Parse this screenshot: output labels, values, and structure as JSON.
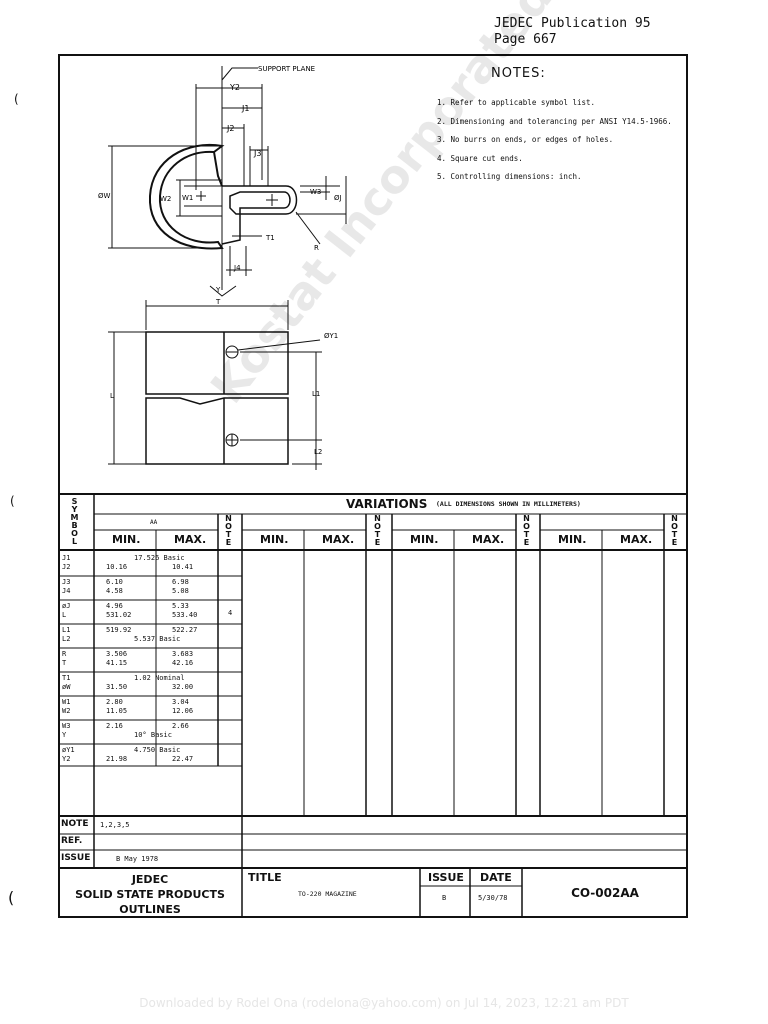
{
  "header": {
    "line1": "JEDEC Publication 95",
    "line2": "Page 667"
  },
  "drawing": {
    "support_plane": "SUPPORT PLANE",
    "labels": {
      "y2": "Y2",
      "j1": "J1",
      "j2": "J2",
      "j3": "J3",
      "w": "ØW",
      "w2": "W2",
      "w1": "W1",
      "w3": "W3",
      "phij": "ØJ",
      "t1": "T1",
      "r": "R",
      "j4": "J4",
      "y": "Y",
      "t": "T",
      "phiy1": "ØY1",
      "l": "L",
      "l1": "L1",
      "l2": "L2"
    }
  },
  "notes": {
    "title": "NOTES:",
    "items": [
      "1. Refer to applicable symbol list.",
      "2. Dimensioning and tolerancing per ANSI Y14.5-1966.",
      "3. No burrs on ends, or edges of holes.",
      "4. Square cut ends.",
      "5. Controlling dimensions:  inch."
    ]
  },
  "table": {
    "variations": "VARIATIONS",
    "variations_note": "(ALL DIMENSIONS SHOWN IN MILLIMETERS)",
    "symbol_header": "SYMBOL",
    "note_header": "NOTE",
    "aa": "AA",
    "min": "MIN.",
    "max": "MAX.",
    "rows": [
      {
        "sym": [
          "J1",
          "J2"
        ],
        "lines": [
          {
            "min": "",
            "max": "",
            "span": "17.526 Basic"
          },
          {
            "min": "10.16",
            "max": "10.41"
          }
        ],
        "note": ""
      },
      {
        "sym": [
          "J3",
          "J4"
        ],
        "lines": [
          {
            "min": "6.10",
            "max": "6.98"
          },
          {
            "min": "4.58",
            "max": "5.08"
          }
        ],
        "note": ""
      },
      {
        "sym": [
          "øJ",
          "L"
        ],
        "lines": [
          {
            "min": "4.96",
            "max": "5.33"
          },
          {
            "min": "531.02",
            "max": "533.40"
          }
        ],
        "note": "4"
      },
      {
        "sym": [
          "L1",
          "L2"
        ],
        "lines": [
          {
            "min": "519.92",
            "max": "522.27"
          },
          {
            "min": "",
            "max": "",
            "span": "5.537 Basic"
          }
        ],
        "note": ""
      },
      {
        "sym": [
          "R",
          "T"
        ],
        "lines": [
          {
            "min": "3.506",
            "max": "3.683"
          },
          {
            "min": "41.15",
            "max": "42.16"
          }
        ],
        "note": ""
      },
      {
        "sym": [
          "T1",
          "øW"
        ],
        "lines": [
          {
            "min": "",
            "max": "",
            "span": "1.02 Nominal"
          },
          {
            "min": "31.50",
            "max": "32.00"
          }
        ],
        "note": ""
      },
      {
        "sym": [
          "W1",
          "W2"
        ],
        "lines": [
          {
            "min": "2.80",
            "max": "3.04"
          },
          {
            "min": "11.05",
            "max": "12.06"
          }
        ],
        "note": ""
      },
      {
        "sym": [
          "W3",
          "Y"
        ],
        "lines": [
          {
            "min": "2.16",
            "max": "2.66"
          },
          {
            "min": "",
            "max": "",
            "span": "10° Basic"
          }
        ],
        "note": ""
      },
      {
        "sym": [
          "øY1",
          "Y2"
        ],
        "lines": [
          {
            "min": "",
            "max": "",
            "span": "4.750 Basic"
          },
          {
            "min": "21.98",
            "max": "22.47"
          }
        ],
        "note": ""
      }
    ],
    "note_row": {
      "label": "NOTE",
      "value": "1,2,3,5"
    },
    "ref_row": {
      "label": "REF.",
      "value": ""
    },
    "issue_row": {
      "label": "ISSUE",
      "value": "B  May 1978"
    }
  },
  "title_block": {
    "org_line1": "JEDEC",
    "org_line2": "SOLID STATE PRODUCTS",
    "org_line3": "OUTLINES",
    "title_label": "TITLE",
    "title_value": "TO-220 MAGAZINE",
    "issue_label": "ISSUE",
    "issue_value": "B",
    "date_label": "DATE",
    "date_value": "5/30/78",
    "doc_number": "CO-002AA"
  },
  "watermark": "Kostat Incorporated",
  "download_footer": "Downloaded by Rodel Ona (rodelona@yahoo.com) on Jul 14, 2023, 12:21 am PDT"
}
